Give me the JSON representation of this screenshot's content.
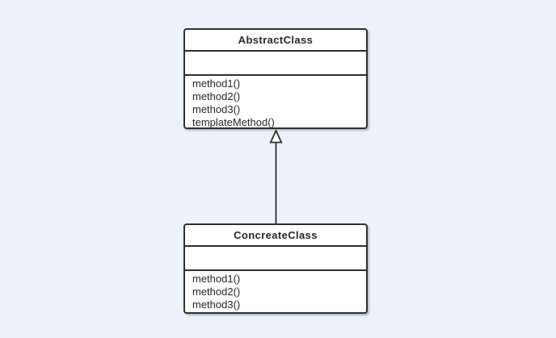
{
  "diagram": {
    "background_color": "#edf1f9",
    "node_fill_color": "#ffffff",
    "line_color": "#2e2e2e",
    "text_color": "#262626",
    "classes": [
      {
        "name": "AbstractClass",
        "attributes": [],
        "methods": [
          "method1()",
          "method2()",
          "method3()",
          "templateMethod()"
        ]
      },
      {
        "name": "ConcreateClass",
        "attributes": [],
        "methods": [
          "method1()",
          "method2()",
          "method3()"
        ]
      }
    ],
    "relationships": [
      {
        "type": "inheritance",
        "from": "ConcreateClass",
        "to": "AbstractClass",
        "arrowhead": "hollow-triangle"
      }
    ]
  }
}
